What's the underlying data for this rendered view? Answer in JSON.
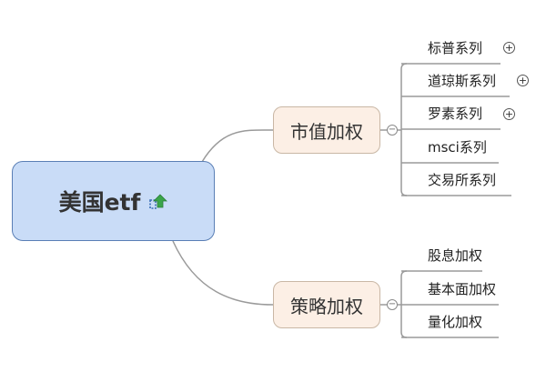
{
  "root": {
    "label": "美国etf",
    "icon": "upload-arrow-icon"
  },
  "branches": [
    {
      "label": "市值加权",
      "children": [
        {
          "label": "标普系列",
          "expandable": true
        },
        {
          "label": "道琼斯系列",
          "expandable": true
        },
        {
          "label": "罗素系列",
          "expandable": true
        },
        {
          "label": "msci系列",
          "expandable": false
        },
        {
          "label": "交易所系列",
          "expandable": false
        }
      ]
    },
    {
      "label": "策略加权",
      "children": [
        {
          "label": "股息加权",
          "expandable": false
        },
        {
          "label": "基本面加权",
          "expandable": false
        },
        {
          "label": "量化加权",
          "expandable": false
        }
      ]
    }
  ],
  "colors": {
    "root_fill": "#c9dcf7",
    "root_border": "#5a7fb5",
    "branch_fill": "#fcefe5",
    "branch_border": "#c9b7a5",
    "connector": "#9a9a9a",
    "icon_green": "#3aa54a"
  }
}
